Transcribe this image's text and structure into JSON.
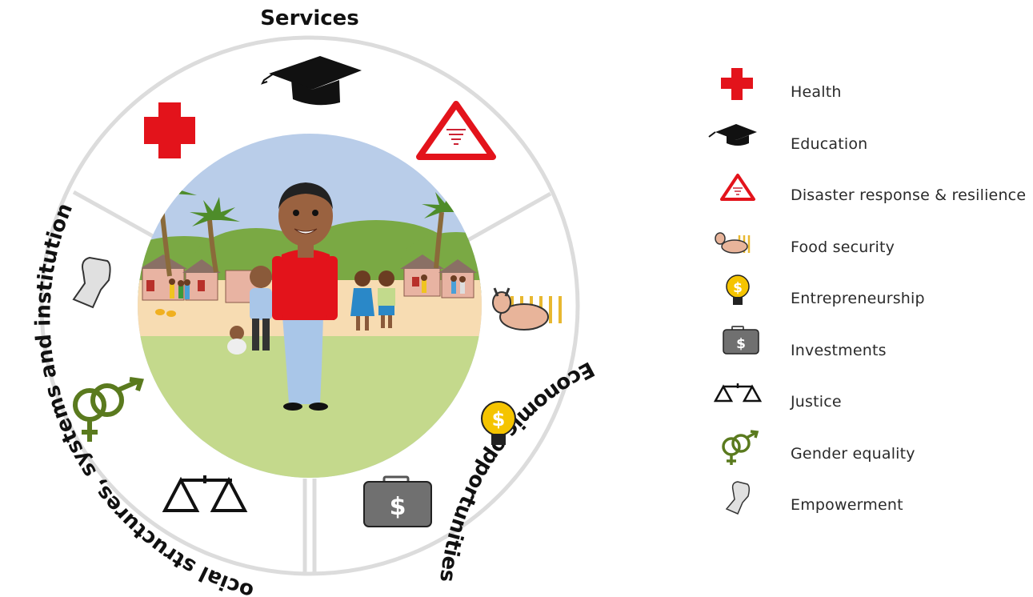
{
  "diagram": {
    "segments": {
      "top": "Services",
      "left": "Social structures, systems and institutions",
      "right": "Economic opportunities"
    }
  },
  "legend": {
    "items": [
      {
        "label": "Health",
        "icon": "health-cross-icon",
        "color": "#e3131b"
      },
      {
        "label": "Education",
        "icon": "graduation-cap-icon",
        "color": "#111111"
      },
      {
        "label": "Disaster response & resilience",
        "icon": "disaster-warning-icon",
        "color": "#e3131b"
      },
      {
        "label": "Food security",
        "icon": "cow-and-wheat-icon",
        "color": "#e8b49a"
      },
      {
        "label": "Entrepreneurship",
        "icon": "lightbulb-dollar-icon",
        "color": "#f5c400"
      },
      {
        "label": "Investments",
        "icon": "money-briefcase-icon",
        "color": "#707070"
      },
      {
        "label": "Justice",
        "icon": "scales-icon",
        "color": "#111111"
      },
      {
        "label": "Gender equality",
        "icon": "gender-symbols-icon",
        "color": "#5a7a1e"
      },
      {
        "label": "Empowerment",
        "icon": "raised-fist-icon",
        "color": "#d8d8d8"
      }
    ]
  }
}
